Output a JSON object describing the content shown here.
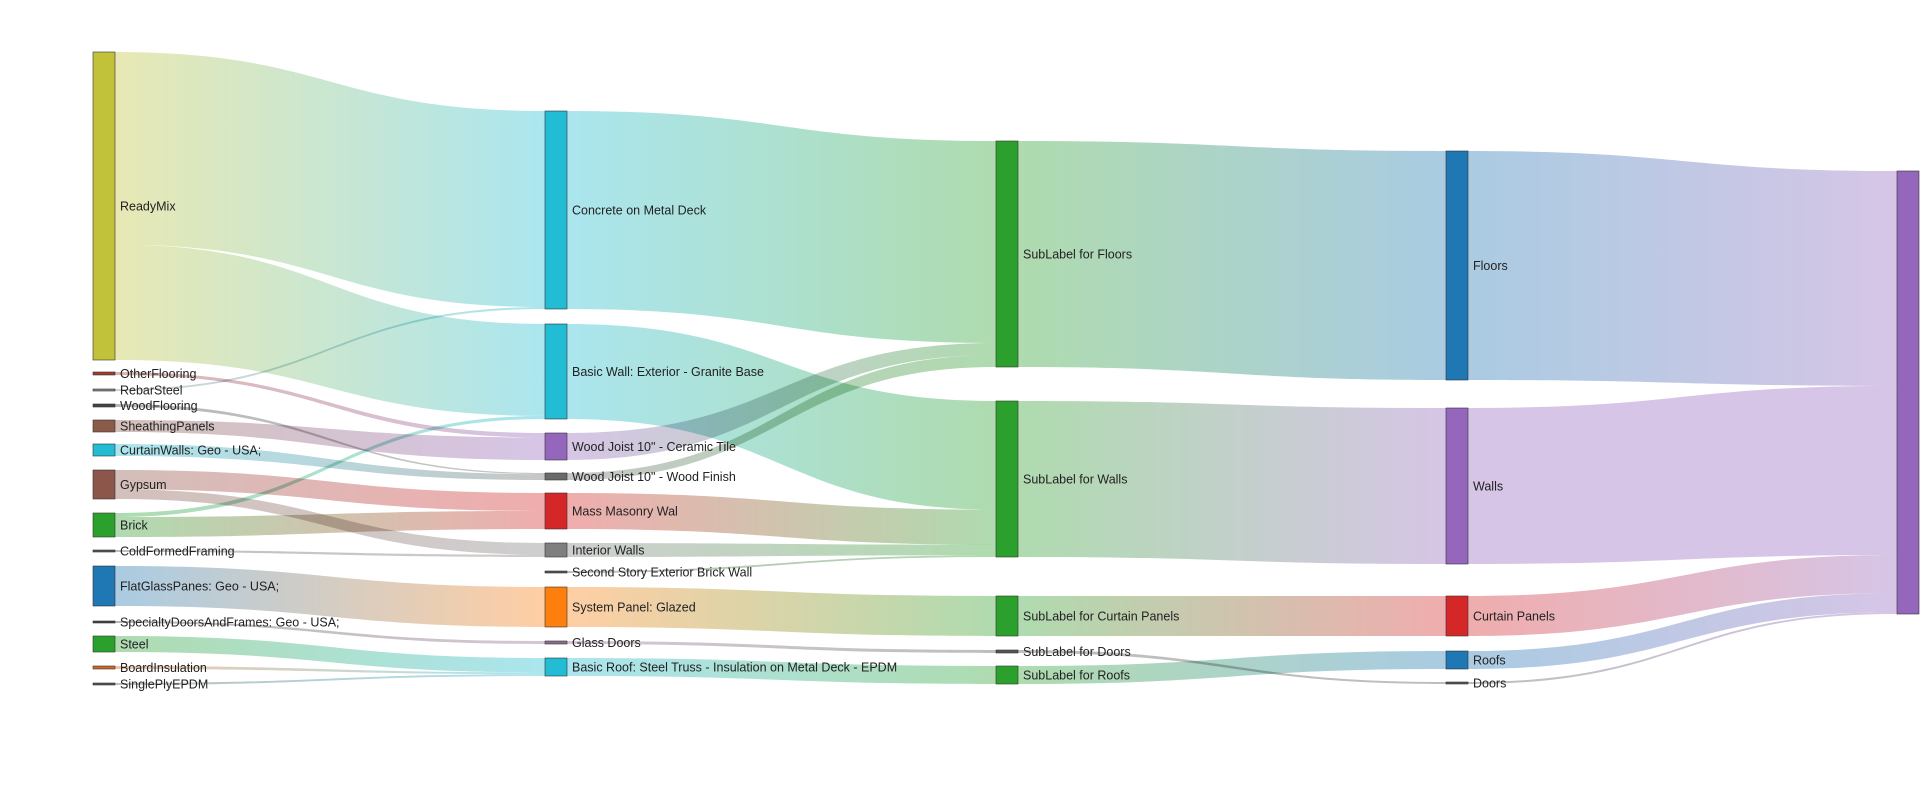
{
  "diagram": {
    "type": "sankey",
    "columns": [
      {
        "nodes": [
          {
            "id": "readymix",
            "label": "ReadyMix",
            "color": "#c2c23a"
          },
          {
            "id": "otherflooring",
            "label": "OtherFlooring",
            "color": "#a33a2a"
          },
          {
            "id": "rebarsteel",
            "label": "RebarSteel",
            "color": "#888888"
          },
          {
            "id": "woodflooring",
            "label": "WoodFlooring",
            "color": "#444444"
          },
          {
            "id": "sheathingpanels",
            "label": "SheathingPanels",
            "color": "#8a5a4a"
          },
          {
            "id": "curtainwalls",
            "label": "CurtainWalls: Geo - USA;",
            "color": "#22bcd4"
          },
          {
            "id": "gypsum",
            "label": "Gypsum",
            "color": "#8c564b"
          },
          {
            "id": "brick",
            "label": "Brick",
            "color": "#2ca02c"
          },
          {
            "id": "coldformedframing",
            "label": "ColdFormedFraming",
            "color": "#555555"
          },
          {
            "id": "flatglasspanes",
            "label": "FlatGlassPanes: Geo - USA;",
            "color": "#1f77b4"
          },
          {
            "id": "specialtydoors",
            "label": "SpecialtyDoorsAndFrames: Geo - USA;",
            "color": "#444444"
          },
          {
            "id": "steel",
            "label": "Steel",
            "color": "#2ca02c"
          },
          {
            "id": "boardinsulation",
            "label": "BoardInsulation",
            "color": "#d2691e"
          },
          {
            "id": "singleplyepdm",
            "label": "SinglePlyEPDM",
            "color": "#555555"
          }
        ]
      },
      {
        "nodes": [
          {
            "id": "concrete_deck",
            "label": "Concrete on Metal Deck",
            "color": "#22bcd4"
          },
          {
            "id": "basic_wall_ext",
            "label": "Basic Wall: Exterior - Granite Base",
            "color": "#22bcd4"
          },
          {
            "id": "wood_joist_ceramic",
            "label": "Wood Joist 10\" - Ceramic Tile",
            "color": "#9467bd"
          },
          {
            "id": "wood_joist_wood",
            "label": "Wood Joist 10\" - Wood Finish",
            "color": "#6a6a6a"
          },
          {
            "id": "mass_masonry",
            "label": "Mass Masonry Wal",
            "color": "#d62728"
          },
          {
            "id": "interior_walls",
            "label": "Interior Walls",
            "color": "#7f7f7f"
          },
          {
            "id": "second_story_brick",
            "label": "Second Story Exterior Brick Wall",
            "color": "#555555"
          },
          {
            "id": "system_panel_glazed",
            "label": "System Panel: Glazed",
            "color": "#ff7f0e"
          },
          {
            "id": "glass_doors",
            "label": "Glass Doors",
            "color": "#8c6d8c"
          },
          {
            "id": "basic_roof",
            "label": "Basic Roof: Steel Truss - Insulation on Metal Deck - EPDM",
            "color": "#22bcd4"
          }
        ]
      },
      {
        "nodes": [
          {
            "id": "sub_floors",
            "label": "SubLabel for Floors",
            "color": "#2ca02c"
          },
          {
            "id": "sub_walls",
            "label": "SubLabel for Walls",
            "color": "#2ca02c"
          },
          {
            "id": "sub_curtain",
            "label": "SubLabel for Curtain Panels",
            "color": "#2ca02c"
          },
          {
            "id": "sub_doors",
            "label": "SubLabel for Doors",
            "color": "#555555"
          },
          {
            "id": "sub_roofs",
            "label": "SubLabel for Roofs",
            "color": "#2ca02c"
          }
        ]
      },
      {
        "nodes": [
          {
            "id": "floors",
            "label": "Floors",
            "color": "#1f77b4"
          },
          {
            "id": "walls",
            "label": "Walls",
            "color": "#9467bd"
          },
          {
            "id": "curtain_panels",
            "label": "Curtain Panels",
            "color": "#d62728"
          },
          {
            "id": "roofs",
            "label": "Roofs",
            "color": "#1f77b4"
          },
          {
            "id": "doors",
            "label": "Doors",
            "color": "#555555"
          }
        ]
      },
      {
        "nodes": [
          {
            "id": "total",
            "label": "",
            "color": "#9467bd"
          }
        ]
      }
    ],
    "links": [
      {
        "source": "readymix",
        "target": "concrete_deck",
        "value": 100
      },
      {
        "source": "readymix",
        "target": "basic_wall_ext",
        "value": 60
      },
      {
        "source": "otherflooring",
        "target": "wood_joist_ceramic",
        "value": 1
      },
      {
        "source": "rebarsteel",
        "target": "concrete_deck",
        "value": 1
      },
      {
        "source": "woodflooring",
        "target": "wood_joist_wood",
        "value": 1
      },
      {
        "source": "sheathingpanels",
        "target": "wood_joist_ceramic",
        "value": 5
      },
      {
        "source": "curtainwalls",
        "target": "wood_joist_wood",
        "value": 5
      },
      {
        "source": "gypsum",
        "target": "mass_masonry",
        "value": 10
      },
      {
        "source": "gypsum",
        "target": "interior_walls",
        "value": 5
      },
      {
        "source": "brick",
        "target": "mass_masonry",
        "value": 10
      },
      {
        "source": "brick",
        "target": "basic_wall_ext",
        "value": 2
      },
      {
        "source": "coldformedframing",
        "target": "interior_walls",
        "value": 1
      },
      {
        "source": "flatglasspanes",
        "target": "system_panel_glazed",
        "value": 20
      },
      {
        "source": "specialtydoors",
        "target": "glass_doors",
        "value": 1
      },
      {
        "source": "steel",
        "target": "basic_roof",
        "value": 8
      },
      {
        "source": "boardinsulation",
        "target": "basic_roof",
        "value": 1
      },
      {
        "source": "singleplyepdm",
        "target": "basic_roof",
        "value": 1
      },
      {
        "source": "concrete_deck",
        "target": "sub_floors",
        "value": 101
      },
      {
        "source": "basic_wall_ext",
        "target": "sub_walls",
        "value": 62
      },
      {
        "source": "wood_joist_ceramic",
        "target": "sub_floors",
        "value": 6
      },
      {
        "source": "wood_joist_wood",
        "target": "sub_floors",
        "value": 6
      },
      {
        "source": "mass_masonry",
        "target": "sub_walls",
        "value": 20
      },
      {
        "source": "interior_walls",
        "target": "sub_walls",
        "value": 6
      },
      {
        "source": "second_story_brick",
        "target": "sub_walls",
        "value": 1
      },
      {
        "source": "system_panel_glazed",
        "target": "sub_curtain",
        "value": 20
      },
      {
        "source": "glass_doors",
        "target": "sub_doors",
        "value": 1
      },
      {
        "source": "basic_roof",
        "target": "sub_roofs",
        "value": 10
      },
      {
        "source": "sub_floors",
        "target": "floors",
        "value": 113
      },
      {
        "source": "sub_walls",
        "target": "walls",
        "value": 89
      },
      {
        "source": "sub_curtain",
        "target": "curtain_panels",
        "value": 20
      },
      {
        "source": "sub_doors",
        "target": "doors",
        "value": 1
      },
      {
        "source": "sub_roofs",
        "target": "roofs",
        "value": 10
      },
      {
        "source": "floors",
        "target": "total",
        "value": 113
      },
      {
        "source": "walls",
        "target": "total",
        "value": 89
      },
      {
        "source": "curtain_panels",
        "target": "total",
        "value": 20
      },
      {
        "source": "roofs",
        "target": "total",
        "value": 10
      },
      {
        "source": "doors",
        "target": "total",
        "value": 1
      }
    ]
  }
}
